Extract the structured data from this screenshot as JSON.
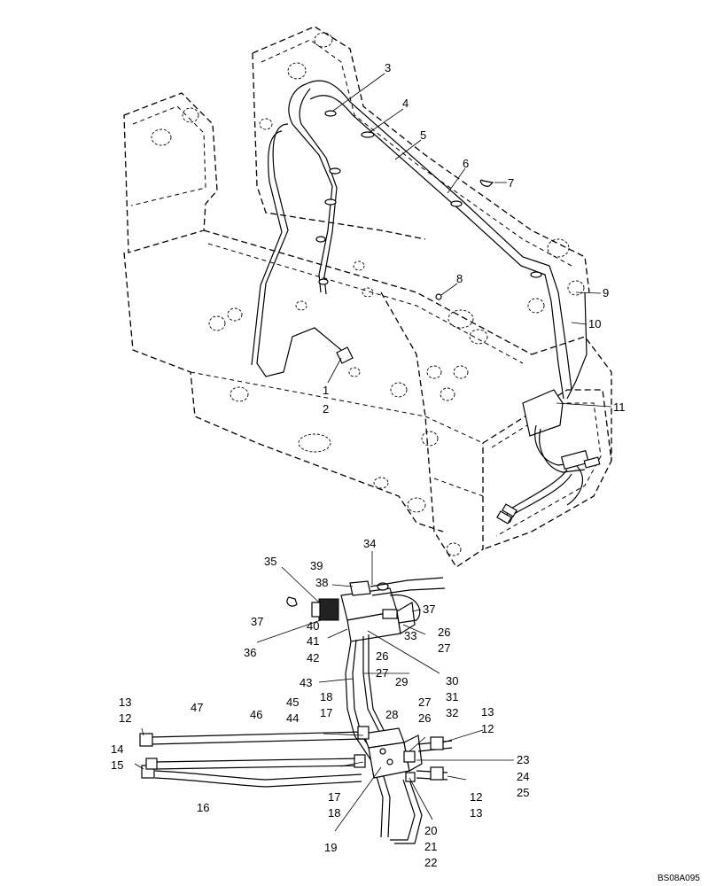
{
  "diagram": {
    "code": "BS08A095",
    "callouts": [
      {
        "id": "c1",
        "text": "1"
      },
      {
        "id": "c2",
        "text": "2"
      },
      {
        "id": "c3",
        "text": "3"
      },
      {
        "id": "c4",
        "text": "4"
      },
      {
        "id": "c5",
        "text": "5"
      },
      {
        "id": "c6",
        "text": "6"
      },
      {
        "id": "c7",
        "text": "7"
      },
      {
        "id": "c8",
        "text": "8"
      },
      {
        "id": "c9",
        "text": "9"
      },
      {
        "id": "c10",
        "text": "10"
      },
      {
        "id": "c11",
        "text": "11"
      },
      {
        "id": "c34",
        "text": "34"
      },
      {
        "id": "c35",
        "text": "35"
      },
      {
        "id": "c39",
        "text": "39"
      },
      {
        "id": "c38",
        "text": "38"
      },
      {
        "id": "c37a",
        "text": "37"
      },
      {
        "id": "c37b",
        "text": "37"
      },
      {
        "id": "c40",
        "text": "40"
      },
      {
        "id": "c41",
        "text": "41"
      },
      {
        "id": "c42",
        "text": "42"
      },
      {
        "id": "c36",
        "text": "36"
      },
      {
        "id": "c33",
        "text": "33"
      },
      {
        "id": "c26a",
        "text": "26"
      },
      {
        "id": "c27a",
        "text": "27"
      },
      {
        "id": "c26b",
        "text": "26"
      },
      {
        "id": "c30",
        "text": "30"
      },
      {
        "id": "c31",
        "text": "31"
      },
      {
        "id": "c32",
        "text": "32"
      },
      {
        "id": "c43",
        "text": "43"
      },
      {
        "id": "c27b",
        "text": "27"
      },
      {
        "id": "c29",
        "text": "29"
      },
      {
        "id": "c18a",
        "text": "18"
      },
      {
        "id": "c17a",
        "text": "17"
      },
      {
        "id": "c45",
        "text": "45"
      },
      {
        "id": "c44",
        "text": "44"
      },
      {
        "id": "c47",
        "text": "47"
      },
      {
        "id": "c46",
        "text": "46"
      },
      {
        "id": "c13a",
        "text": "13"
      },
      {
        "id": "c12a",
        "text": "12"
      },
      {
        "id": "c14",
        "text": "14"
      },
      {
        "id": "c15",
        "text": "15"
      },
      {
        "id": "c16",
        "text": "16"
      },
      {
        "id": "c28",
        "text": "28"
      },
      {
        "id": "c27c",
        "text": "27"
      },
      {
        "id": "c26c",
        "text": "26"
      },
      {
        "id": "c13b",
        "text": "13"
      },
      {
        "id": "c12b",
        "text": "12"
      },
      {
        "id": "c23",
        "text": "23"
      },
      {
        "id": "c24",
        "text": "24"
      },
      {
        "id": "c25",
        "text": "25"
      },
      {
        "id": "c17b",
        "text": "17"
      },
      {
        "id": "c18b",
        "text": "18"
      },
      {
        "id": "c19",
        "text": "19"
      },
      {
        "id": "c12c",
        "text": "12"
      },
      {
        "id": "c13c",
        "text": "13"
      },
      {
        "id": "c20",
        "text": "20"
      },
      {
        "id": "c21",
        "text": "21"
      },
      {
        "id": "c22",
        "text": "22"
      }
    ]
  }
}
